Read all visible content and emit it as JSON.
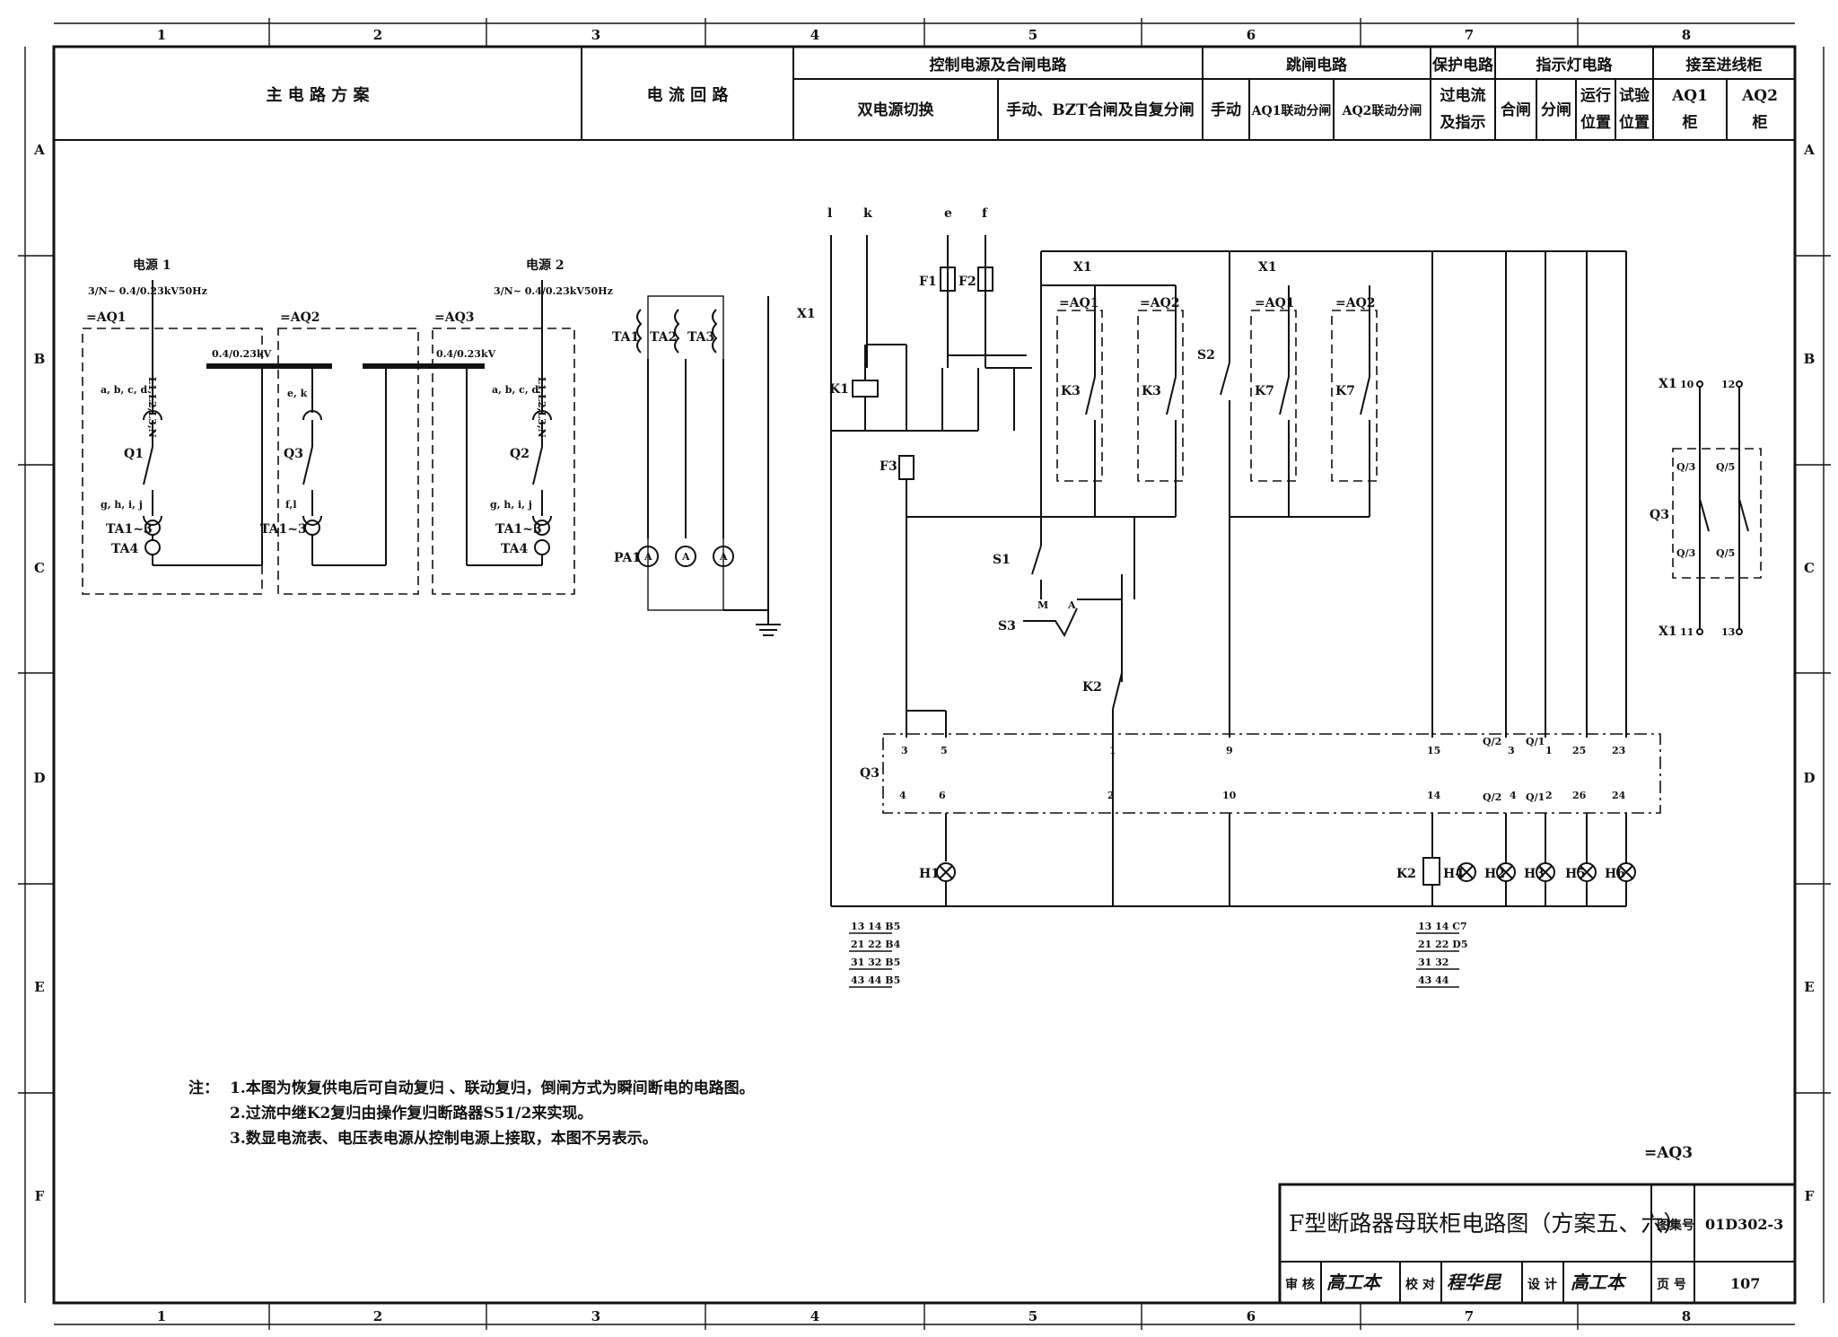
{
  "grid": {
    "cols": [
      "1",
      "2",
      "3",
      "4",
      "5",
      "6",
      "7",
      "8"
    ],
    "rows": [
      "A",
      "B",
      "C",
      "D",
      "E",
      "F"
    ]
  },
  "header": {
    "main_circuit": "主 电 路 方 案",
    "current_circuit": "电 流 回 路",
    "control_group": "控制电源及合闸电路",
    "dual_power": "双电源切换",
    "manual_bzt": "手动、BZT合闸及自复分闸",
    "trip_group": "跳闸电路",
    "manual": "手动",
    "aq1_trip": "AQ1联动分闸",
    "aq2_trip": "AQ2联动分闸",
    "protect_group": "保护电路",
    "overcurrent_1": "过电流",
    "overcurrent_2": "及指示",
    "lamp_group": "指示灯电路",
    "close": "合闸",
    "open": "分闸",
    "run_1": "运行",
    "run_2": "位置",
    "test_1": "试验",
    "test_2": "位置",
    "incoming_group": "接至进线柜",
    "aq1_cab_1": "AQ1",
    "aq1_cab_2": "柜",
    "aq2_cab_1": "AQ2",
    "aq2_cab_2": "柜"
  },
  "main_circuit": {
    "source1": "电源 1",
    "source2": "电源 2",
    "source_spec": "3/N~ 0.4/0.23kV50Hz",
    "aq1": "=AQ1",
    "aq2": "=AQ2",
    "aq3": "=AQ3",
    "bus1": "0.4/0.23kV",
    "bus2": "0.4/0.23kV",
    "feeder": "L1,L2,L3,N",
    "abcd": "a, b, c, d",
    "ek": "e, k",
    "fl": "f,l",
    "ghij": "g, h, i, j",
    "q1": "Q1",
    "q2": "Q2",
    "q3": "Q3",
    "ta13": "TA1~3",
    "ta4": "TA4"
  },
  "current_circuit": {
    "ta1": "TA1",
    "ta2": "TA2",
    "ta3": "TA3",
    "pa1": "PA1",
    "ammeter": "A"
  },
  "control": {
    "top_terms": [
      "l",
      "k",
      "e",
      "f"
    ],
    "f1": "F1",
    "f2": "F2",
    "f3": "F3",
    "k1": "K1",
    "k2": "K2",
    "k3": "K3",
    "k7": "K7",
    "s1": "S1",
    "s2": "S2",
    "s3": "S3",
    "x1": "X1",
    "aq1": "=AQ1",
    "aq2": "=AQ2",
    "q3": "Q3",
    "m": "M",
    "a": "A",
    "q3_top": [
      "3",
      "5",
      "1",
      "9",
      "15",
      "3",
      "1",
      "25",
      "23"
    ],
    "q3_bot": [
      "4",
      "6",
      "2",
      "10",
      "14",
      "4",
      "2",
      "26",
      "24"
    ],
    "q3_sub": [
      "Q/2",
      "Q/1",
      "Q/2",
      "Q/1"
    ],
    "lamps": [
      "H1",
      "H2",
      "H3",
      "H4",
      "H5",
      "H6"
    ]
  },
  "contacts_left": [
    "13 14 B5",
    "21 22 B4",
    "31 32 B5",
    "43 44 B5"
  ],
  "contacts_right": [
    "13 14 C7",
    "21 22 D5",
    "31 32",
    "43 44"
  ],
  "incoming": {
    "x1": "X1",
    "q3": "Q3",
    "q3_3": "Q/3",
    "q3_5": "Q/5",
    "t10": "10",
    "t12": "12",
    "t11": "11",
    "t13": "13"
  },
  "notes": {
    "label": "注：",
    "n1": "1.本图为恢复供电后可自动复归 、联动复归，倒闸方式为瞬间断电的电路图。",
    "n2": "2.过流中继K2复归由操作复归断路器S51/2来实现。",
    "n3": "3.数显电流表、电压表电源从控制电源上接取，本图不另表示。"
  },
  "aq3_mark": "=AQ3",
  "title_block": {
    "title": "F型断路器母联柜电路图（方案五、六）",
    "atlas_label": "图集号",
    "atlas_no": "01D302-3",
    "review": "审 核",
    "check": "校 对",
    "design": "设 计",
    "page_label": "页 号",
    "page_no": "107",
    "sig1": "高工本",
    "sig2": "程华昆",
    "sig3": "高工本"
  }
}
